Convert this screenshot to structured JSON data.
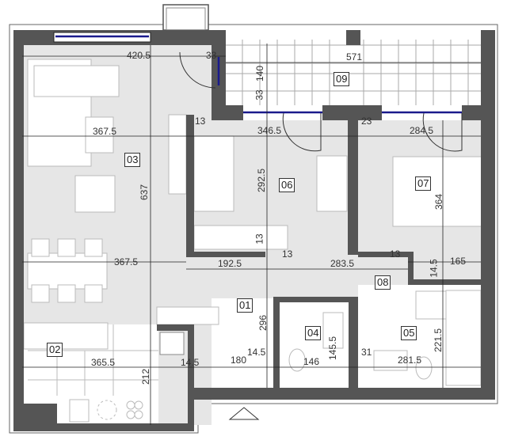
{
  "rooms": {
    "r01": "01",
    "r02": "02",
    "r03": "03",
    "r04": "04",
    "r05": "05",
    "r06": "06",
    "r07": "07",
    "r08": "08",
    "r09": "09"
  },
  "dimensions": {
    "d1": "420.5",
    "d2": "33",
    "d3": "571",
    "d4": "140",
    "d5": "33",
    "d6": "13",
    "d7": "367.5",
    "d8": "346.5",
    "d9": "23",
    "d10": "284.5",
    "d11": "637",
    "d12": "292.5",
    "d13": "364",
    "d14": "13",
    "d15": "367.5",
    "d16": "192.5",
    "d17": "13",
    "d18": "283.5",
    "d19": "13",
    "d20": "14.5",
    "d21": "165",
    "d22": "296",
    "d23": "221.5",
    "d24": "365.5",
    "d25": "14.5",
    "d26": "180",
    "d27": "14.5",
    "d28": "146",
    "d29": "145.5",
    "d30": "31",
    "d31": "281.5",
    "d32": "212"
  },
  "colors": {
    "wall": "#555555",
    "floor": "#e6e6e6",
    "window": "#1a1a8c",
    "line": "#222222"
  }
}
